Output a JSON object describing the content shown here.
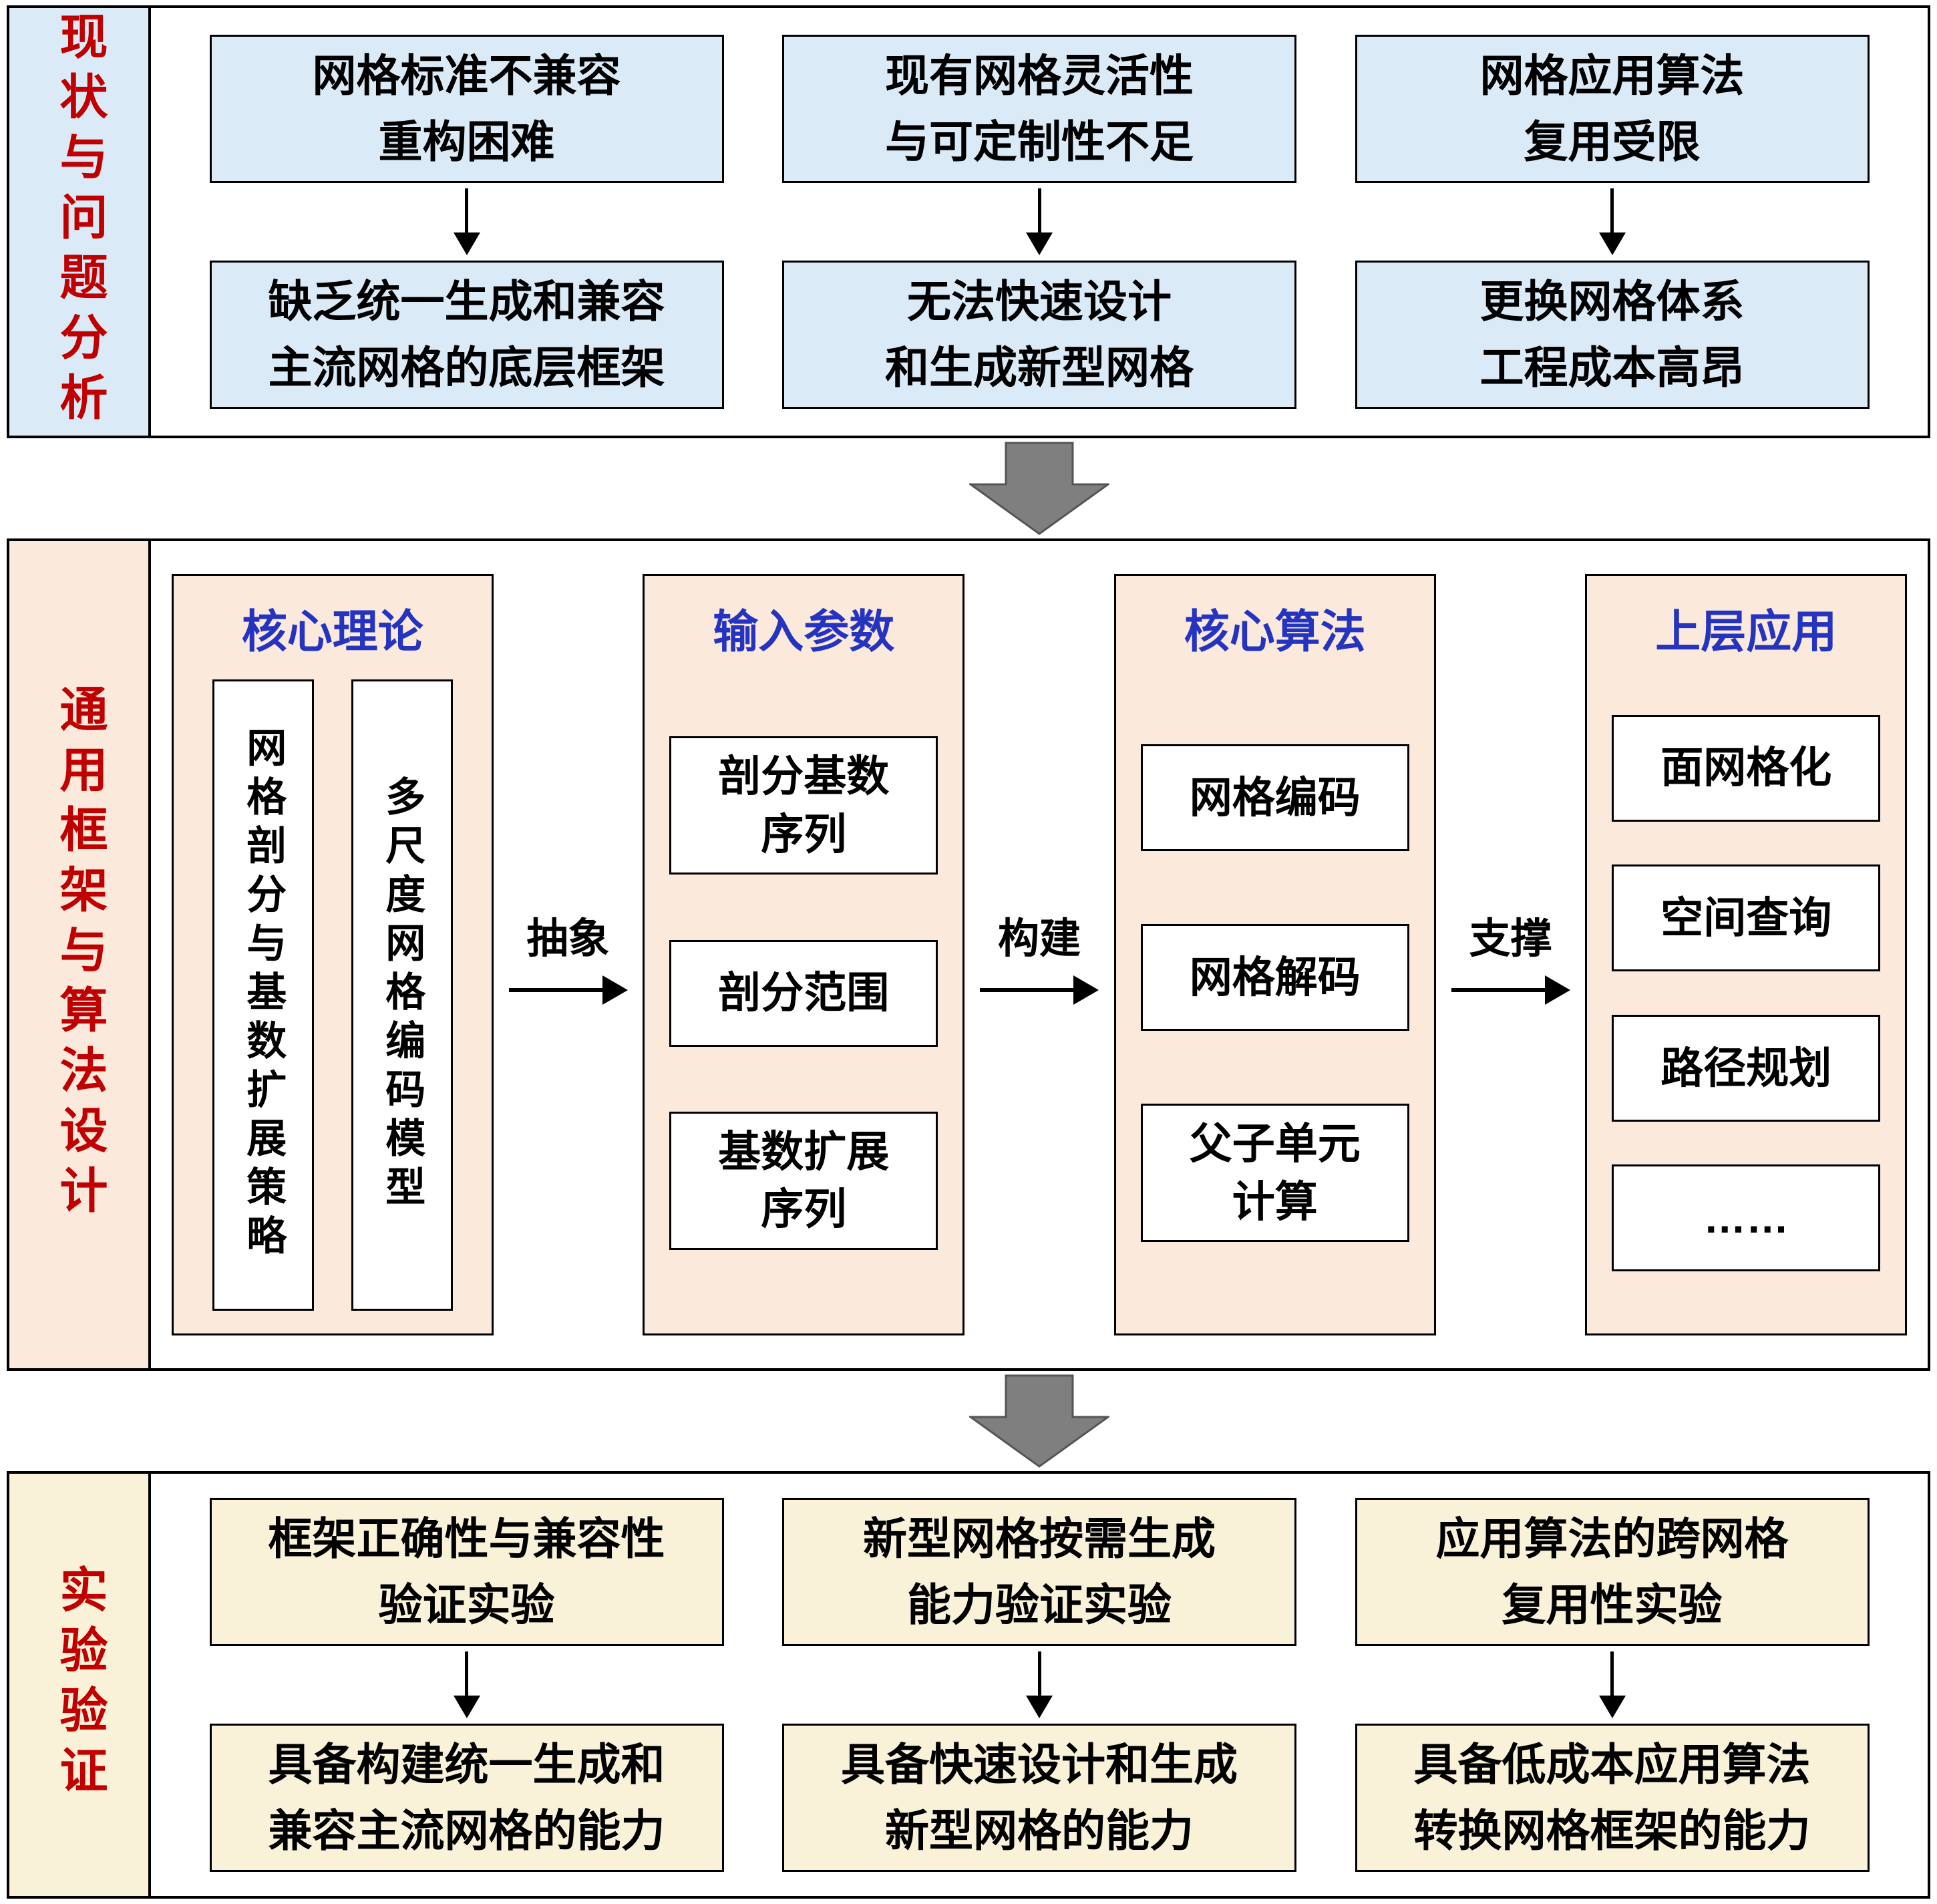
{
  "colors": {
    "top_fill": "#daeaf7",
    "mid_fill": "#fbe9dc",
    "bottom_fill": "#f9f2d8",
    "label_red": "#c00000",
    "title_blue": "#2433c0",
    "arrow_gray": "#7f7f7f",
    "arrow_gray_border": "#555555",
    "border_black": "#000000"
  },
  "top_section": {
    "label": "现状与问题分析",
    "columns": [
      {
        "problem": "网格标准不兼容\n重构困难",
        "result": "缺乏统一生成和兼容\n主流网格的底层框架"
      },
      {
        "problem": "现有网格灵活性\n与可定制性不足",
        "result": "无法快速设计\n和生成新型网格"
      },
      {
        "problem": "网格应用算法\n复用受限",
        "result": "更换网格体系\n工程成本高昂"
      }
    ]
  },
  "middle_section": {
    "label": "通用框架与算法设计",
    "panels": [
      {
        "title": "核心理论",
        "vertical_items": [
          "网格剖分与基数扩展策略",
          "多尺度网格编码模型"
        ]
      },
      {
        "title": "输入参数",
        "items": [
          "剖分基数\n序列",
          "剖分范围",
          "基数扩展\n序列"
        ]
      },
      {
        "title": "核心算法",
        "items": [
          "网格编码",
          "网格解码",
          "父子单元\n计算"
        ]
      },
      {
        "title": "上层应用",
        "items": [
          "面网格化",
          "空间查询",
          "路径规划",
          "……"
        ]
      }
    ],
    "flow_labels": [
      "抽象",
      "构建",
      "支撑"
    ]
  },
  "bottom_section": {
    "label": "实验验证",
    "columns": [
      {
        "experiment": "框架正确性与兼容性\n验证实验",
        "capability": "具备构建统一生成和\n兼容主流网格的能力"
      },
      {
        "experiment": "新型网格按需生成\n能力验证实验",
        "capability": "具备快速设计和生成\n新型网格的能力"
      },
      {
        "experiment": "应用算法的跨网格\n复用性实验",
        "capability": "具备低成本应用算法\n转换网格框架的能力"
      }
    ]
  }
}
